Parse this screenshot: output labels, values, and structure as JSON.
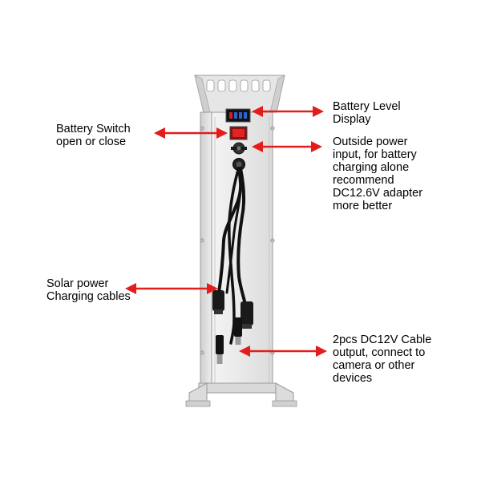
{
  "labels": {
    "battery_level": [
      "Battery Level",
      "Display"
    ],
    "battery_switch": [
      "Battery Switch",
      "open or close"
    ],
    "outside_power": [
      "Outside power",
      "input, for battery",
      "charging alone",
      "recommend",
      "DC12.6V adapter",
      "more better"
    ],
    "solar_power": [
      "Solar power",
      "Charging cables"
    ],
    "dc_output": [
      "2pcs DC12V Cable",
      "output, connect to",
      "camera or other",
      "devices"
    ]
  },
  "colors": {
    "arrow": "#e41c1c",
    "panel": "#eeeeee",
    "panel_edge": "#9a9a9a",
    "cable": "#111111",
    "display_digits": "#2a63d6",
    "switch": "#d81e1e"
  }
}
